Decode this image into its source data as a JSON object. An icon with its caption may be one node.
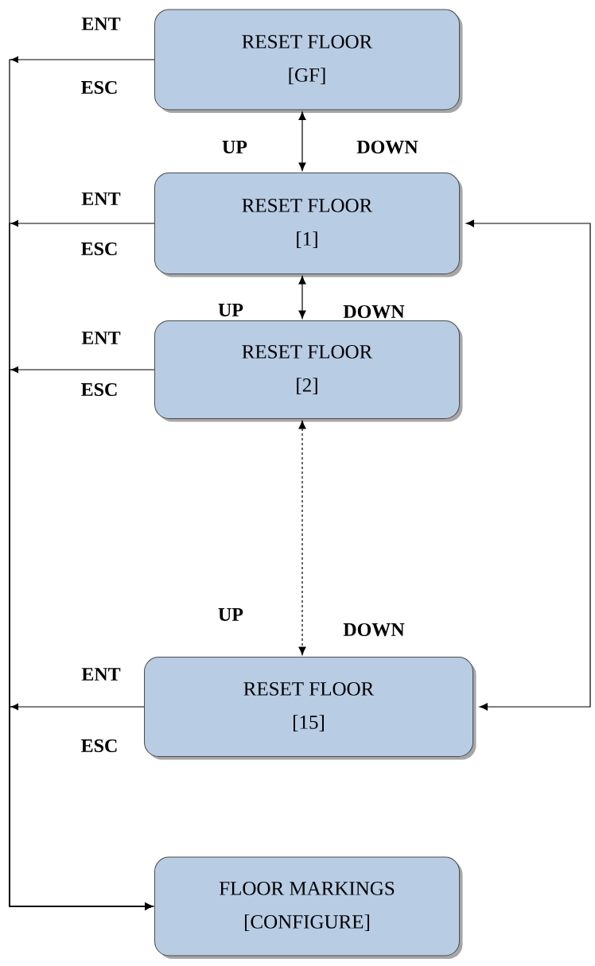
{
  "diagram": {
    "nodes": [
      {
        "text": [
          "RESET FLOOR",
          "[GF]"
        ]
      },
      {
        "text": [
          "RESET FLOOR",
          "[1]"
        ]
      },
      {
        "text": [
          "RESET FLOOR",
          "[2]"
        ]
      },
      {
        "text": [
          "RESET FLOOR",
          "[15]"
        ]
      },
      {
        "text": [
          "FLOOR MARKINGS",
          "[CONFIGURE]"
        ]
      }
    ],
    "edges": [
      {
        "from": 0,
        "to": 4,
        "arrow": "to",
        "label": "ENT"
      },
      {
        "from": 0,
        "to": 1,
        "arrow": "both",
        "label": "UP"
      },
      {
        "from": 1,
        "to": 4,
        "arrow": "to",
        "label": "ENT"
      },
      {
        "from": 1,
        "to": 2,
        "arrow": "both",
        "label": "UP"
      },
      {
        "from": 1,
        "to": 3,
        "arrow": "both"
      },
      {
        "from": 2,
        "to": 4,
        "arrow": "to",
        "label": "ENT"
      },
      {
        "from": 2,
        "to": 3,
        "arrow": "both",
        "label": "UP",
        "style": "dashed"
      },
      {
        "from": 3,
        "to": 4,
        "arrow": "to",
        "label": "ENT"
      }
    ],
    "labels": [
      "ESC",
      "DOWN",
      "ESC",
      "DOWN",
      "ESC",
      "DOWN",
      "ESC"
    ]
  }
}
